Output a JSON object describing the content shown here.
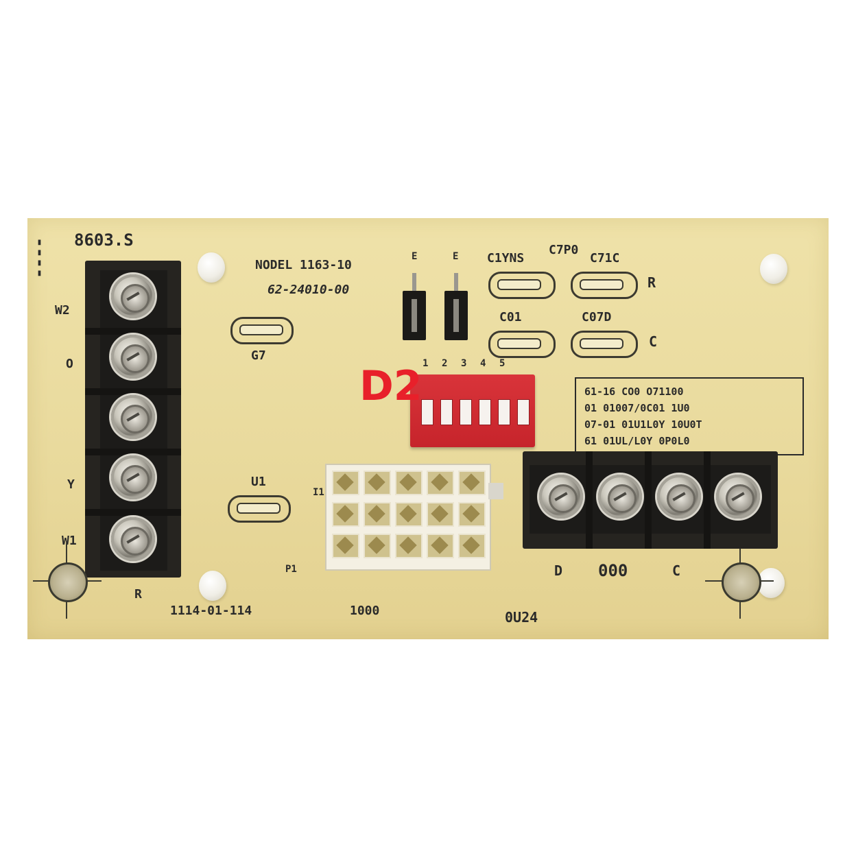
{
  "board": {
    "color": "#ebdc9e",
    "top_left_label": "8603.S",
    "left_side_labels": [
      "W2",
      "O",
      "Y",
      "W1",
      "R"
    ],
    "model_label": "NODEL 1163-10",
    "part_label": "62-24010-00",
    "jumper_labels": [
      "E",
      "E"
    ],
    "cap_labels": [
      "C1YNS",
      "C7P0",
      "C71C",
      "C01",
      "C07D"
    ],
    "right_letters": [
      "R",
      "C"
    ],
    "part_codes": [
      "G7",
      "U1"
    ],
    "dip_numbers": [
      "1",
      "2",
      "3",
      "4",
      "5"
    ],
    "dip_mark": "D2",
    "legend_lines": [
      "61-16 CO0 O71100",
      "01 01007/0C01 1U0",
      "07-01 01U1L0Y 10U0T",
      "61 01UL/L0Y 0P0L0"
    ],
    "connector_label_left": "I1",
    "connector_label_bottom": "P1",
    "bottom_left_code": "1114-01-114",
    "bottom_mid_code": "1000",
    "bottom_right_code": "0U24",
    "right_block_labels": [
      "D",
      "000",
      "C"
    ]
  },
  "colors": {
    "dip_switch": "#cc2a31",
    "terminal_block": "#262420",
    "silkscreen": "#2a2a2a"
  }
}
